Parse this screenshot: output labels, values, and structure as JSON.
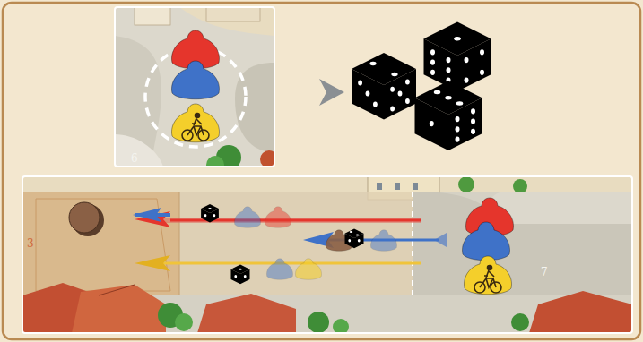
{
  "diagram": {
    "labels": [
      "6",
      "3",
      "7"
    ]
  }
}
